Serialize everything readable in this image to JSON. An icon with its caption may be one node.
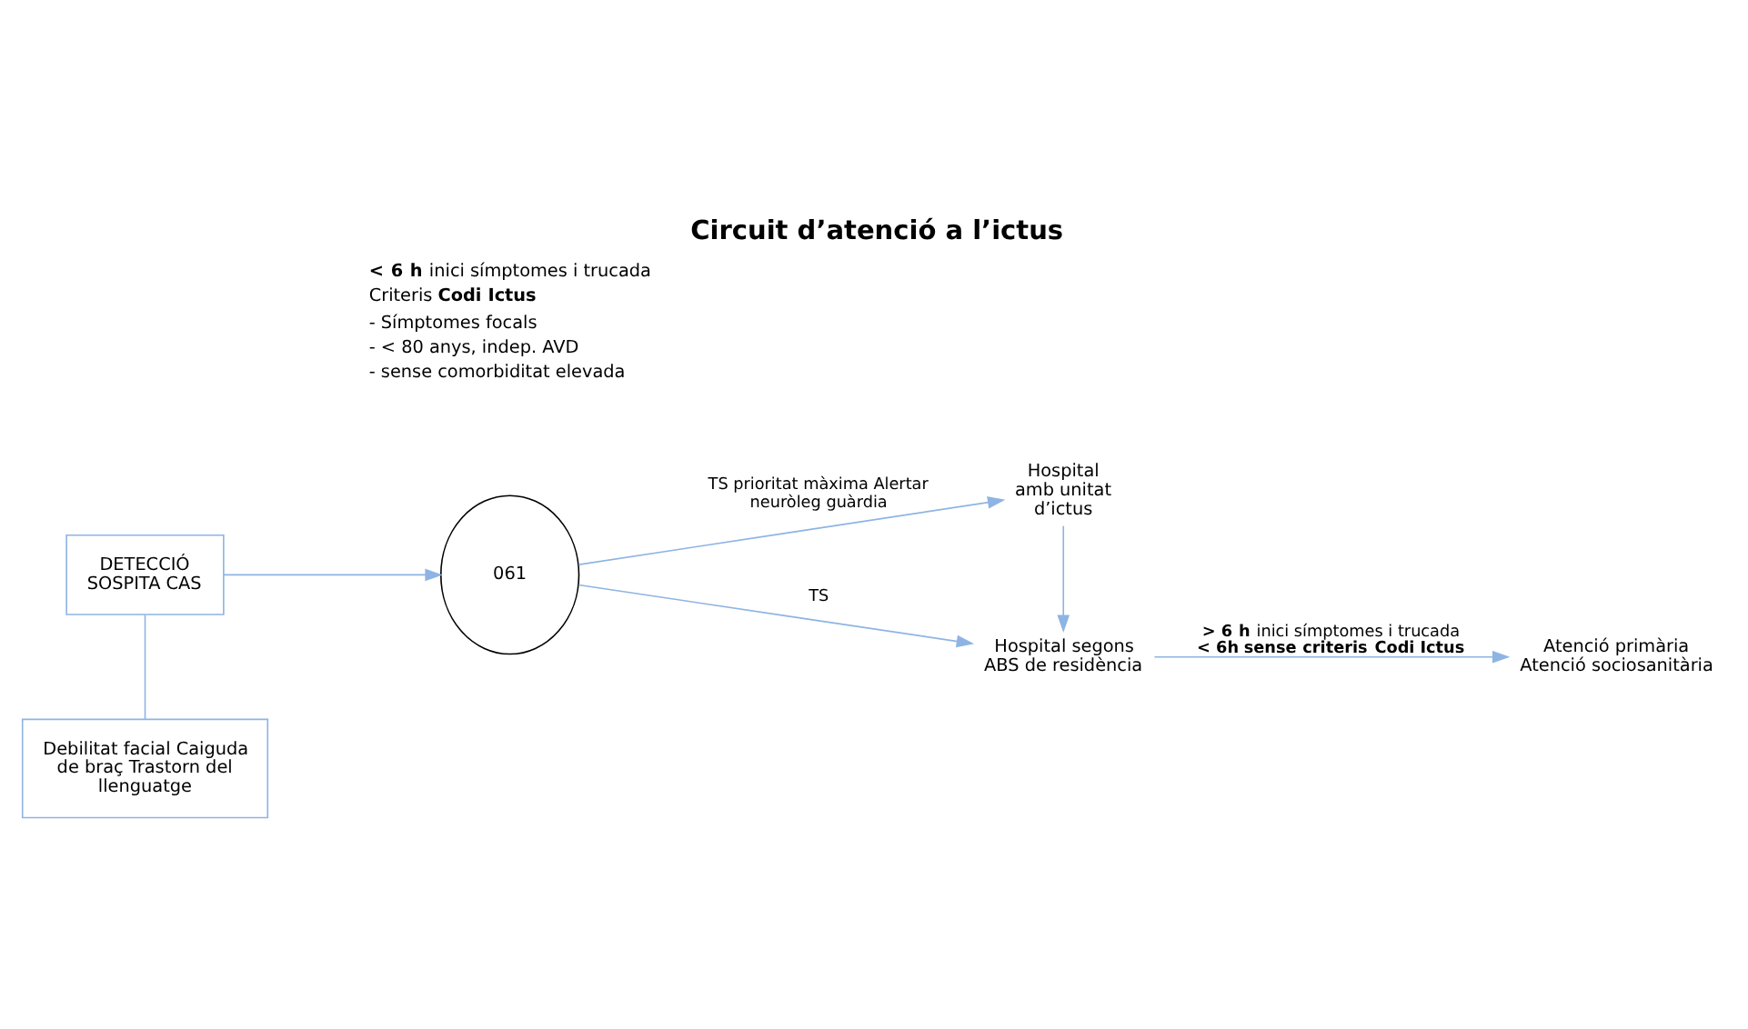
{
  "diagram": {
    "title": "Circuit d’atenció a l’ictus",
    "nodes": [
      {
        "text": [
          "DETECCIÓ SOSPITA CAS"
        ]
      },
      {
        "text": [
          "Debilitat facial Caiguda de braç Trastorn del llenguatge"
        ]
      },
      {
        "text": [
          "061"
        ]
      },
      {
        "text": [
          "Hospital amb unitat d’ictus"
        ]
      },
      {
        "text": [
          "Hospital segons ABS de residència"
        ]
      },
      {
        "text": [
          "Atenció primària Atenció sociosanitària"
        ]
      }
    ],
    "edges": [
      {
        "from": 0,
        "to": 1,
        "arrow": "none"
      },
      {
        "from": 0,
        "to": 2,
        "arrow": "to"
      },
      {
        "from": 2,
        "to": 3,
        "arrow": "to",
        "label": "TS prioritat màxima Alertar neuròleg guàrdia"
      },
      {
        "from": 3,
        "to": 4,
        "arrow": "to"
      },
      {
        "from": 2,
        "to": 4,
        "arrow": "to",
        "label": "TS"
      },
      {
        "from": 4,
        "to": 5,
        "arrow": "to",
        "label": "**> 6 h** inici símptomes i trucada **< 6h sense criteris Codi Ictus**"
      }
    ],
    "labels": [
      "**< 6 h** inici símptomes i trucada",
      "Criteris **Codi Ictus**",
      "- Símptomes focals",
      "- < 80 anys, indep. AVD",
      "- sense comorbiditat elevada"
    ]
  }
}
